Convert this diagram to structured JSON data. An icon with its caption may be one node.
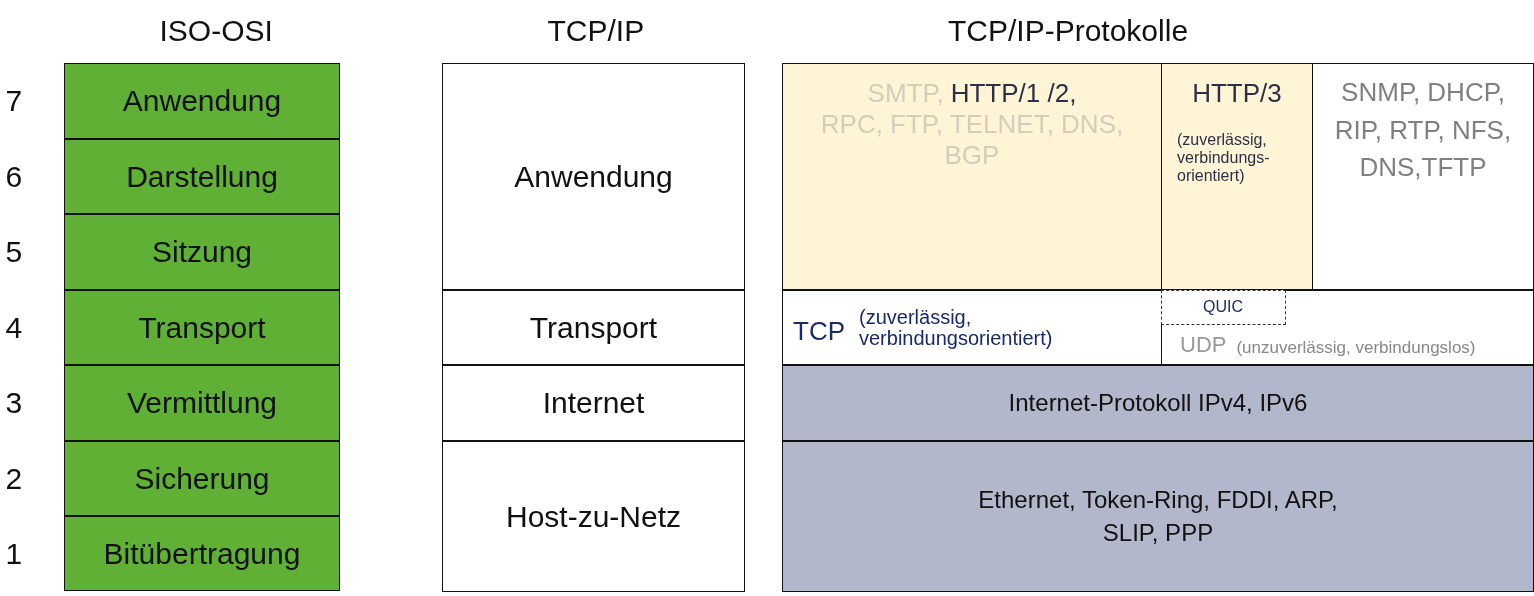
{
  "diagram": {
    "nodes": [
      {
        "text": [
          "Anwendung"
        ]
      },
      {
        "text": [
          "Darstellung"
        ]
      },
      {
        "text": [
          "Sitzung"
        ]
      },
      {
        "text": [
          "Transport"
        ]
      },
      {
        "text": [
          "Vermittlung"
        ]
      },
      {
        "text": [
          "Sicherung"
        ]
      },
      {
        "text": [
          "Bitübertragung"
        ]
      },
      {
        "text": [
          "Anwendung"
        ]
      },
      {
        "text": [
          "Transport"
        ]
      },
      {
        "text": [
          "Internet"
        ]
      },
      {
        "text": [
          "Host-zu-Netz"
        ]
      },
      {
        "text": [
          "SMTP,",
          "HTTP/1 /2,",
          "RPC, FTP, TELNET, DNS, BGP"
        ]
      },
      {
        "text": [
          "HTTP/3",
          "(zuverlässig, verbindungs- orientiert)"
        ]
      },
      {
        "text": [
          "SNMP, DHCP, RIP, RTP, NFS, DNS,TFTP"
        ]
      },
      {
        "text": [
          "TCP",
          "(zuverlässig, verbindungsorientiert)"
        ]
      },
      {
        "text": [
          "UDP",
          "(unzuverlässig, verbindungslos)"
        ]
      },
      {
        "text": [
          "QUIC"
        ],
        "in": 15
      },
      {
        "text": [
          "Internet-Protokoll IPv4, IPv6"
        ]
      },
      {
        "text": [
          "Ethernet, Token-Ring, FDDI, ARP, SLIP, PPP"
        ]
      }
    ],
    "labels": [
      "ISO-OSI",
      "TCP/IP",
      "TCP/IP-Protokolle",
      "7",
      "6",
      "5",
      "4",
      "3",
      "2",
      "1"
    ]
  }
}
